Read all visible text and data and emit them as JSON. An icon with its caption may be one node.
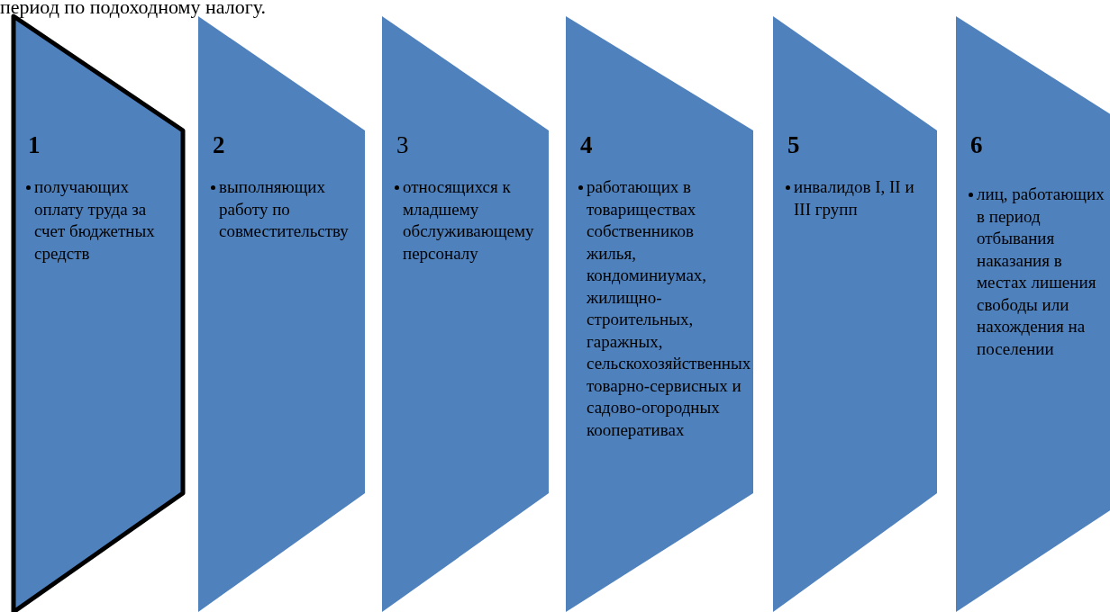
{
  "diagram": {
    "nodes": [
      {
        "text": [
          "1",
          "получающих оплату труда за счет бюджетных средств"
        ]
      },
      {
        "text": [
          "2",
          "выполняющих работу по совместительству"
        ]
      },
      {
        "text": [
          "3",
          "относящихся к младшему обслуживающему персоналу"
        ]
      },
      {
        "text": [
          "4",
          "работающих в товариществах собственников жилья, кондоминиумах, жилищно-строительных, гаражных, сельскохозяйственных товарно-сервисных и садово-огородных кооперативах"
        ]
      },
      {
        "text": [
          "5",
          "инвалидов I, II и III групп"
        ]
      },
      {
        "text": [
          "6",
          "лиц, работающих в период отбывания наказания в местах лишения свободы или нахождения на поселении"
        ]
      }
    ],
    "labels": [
      "период по подоходному налогу."
    ]
  }
}
